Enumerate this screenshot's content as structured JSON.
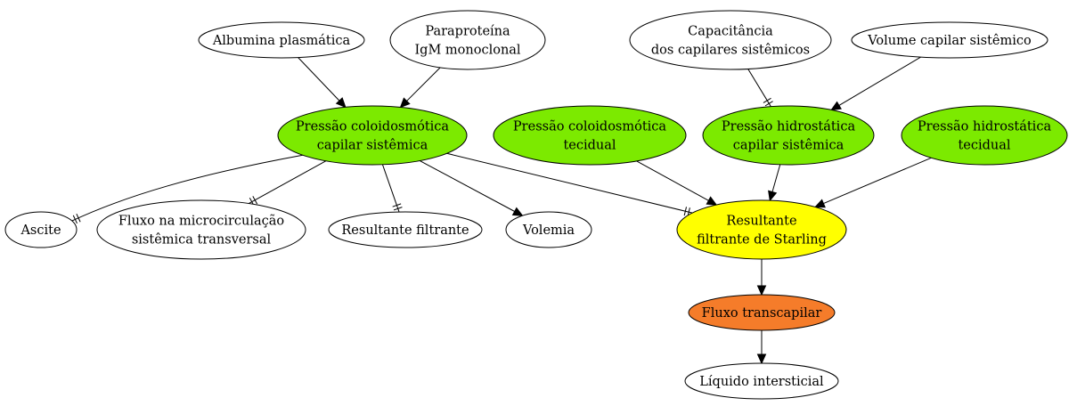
{
  "colors": {
    "white": "#ffffff",
    "green": "#7cea00",
    "yellow": "#ffff00",
    "orange": "#f57c2a"
  },
  "nodes": {
    "albumina": {
      "lines": [
        "Albumina plasmática"
      ],
      "color": "white"
    },
    "paraproteina": {
      "lines": [
        "Paraproteína",
        "IgM monoclonal"
      ],
      "color": "white"
    },
    "capacitancia": {
      "lines": [
        "Capacitância",
        "dos capilares sistêmicos"
      ],
      "color": "white"
    },
    "volume": {
      "lines": [
        "Volume capilar sistêmico"
      ],
      "color": "white"
    },
    "pcoloid_cap": {
      "lines": [
        "Pressão coloidosmótica",
        "capilar sistêmica"
      ],
      "color": "green"
    },
    "pcoloid_tec": {
      "lines": [
        "Pressão coloidosmótica",
        "tecidual"
      ],
      "color": "green"
    },
    "phidro_cap": {
      "lines": [
        "Pressão hidrostática",
        "capilar sistêmica"
      ],
      "color": "green"
    },
    "phidro_tec": {
      "lines": [
        "Pressão hidrostática",
        "tecidual"
      ],
      "color": "green"
    },
    "ascite": {
      "lines": [
        "Ascite"
      ],
      "color": "white"
    },
    "fluxo_micro": {
      "lines": [
        "Fluxo na microcirculação",
        "sistêmica transversal"
      ],
      "color": "white"
    },
    "resultante_filt": {
      "lines": [
        "Resultante filtrante"
      ],
      "color": "white"
    },
    "volemia": {
      "lines": [
        "Volemia"
      ],
      "color": "white"
    },
    "starling": {
      "lines": [
        "Resultante",
        "filtrante de Starling"
      ],
      "color": "yellow"
    },
    "fluxo_trans": {
      "lines": [
        "Fluxo transcapilar"
      ],
      "color": "orange"
    },
    "liquido": {
      "lines": [
        "Líquido intersticial"
      ],
      "color": "white"
    }
  },
  "edges": [
    {
      "from": "albumina",
      "to": "pcoloid_cap",
      "kind": "arrow"
    },
    {
      "from": "paraproteina",
      "to": "pcoloid_cap",
      "kind": "arrow"
    },
    {
      "from": "capacitancia",
      "to": "phidro_cap",
      "kind": "inhibit"
    },
    {
      "from": "volume",
      "to": "phidro_cap",
      "kind": "arrow"
    },
    {
      "from": "pcoloid_cap",
      "to": "ascite",
      "kind": "inhibit"
    },
    {
      "from": "pcoloid_cap",
      "to": "fluxo_micro",
      "kind": "inhibit"
    },
    {
      "from": "pcoloid_cap",
      "to": "resultante_filt",
      "kind": "inhibit"
    },
    {
      "from": "pcoloid_cap",
      "to": "volemia",
      "kind": "arrow"
    },
    {
      "from": "pcoloid_cap",
      "to": "starling",
      "kind": "inhibit"
    },
    {
      "from": "pcoloid_tec",
      "to": "starling",
      "kind": "arrow"
    },
    {
      "from": "phidro_cap",
      "to": "starling",
      "kind": "arrow"
    },
    {
      "from": "phidro_tec",
      "to": "starling",
      "kind": "arrow"
    },
    {
      "from": "starling",
      "to": "fluxo_trans",
      "kind": "arrow"
    },
    {
      "from": "fluxo_trans",
      "to": "liquido",
      "kind": "arrow"
    }
  ]
}
